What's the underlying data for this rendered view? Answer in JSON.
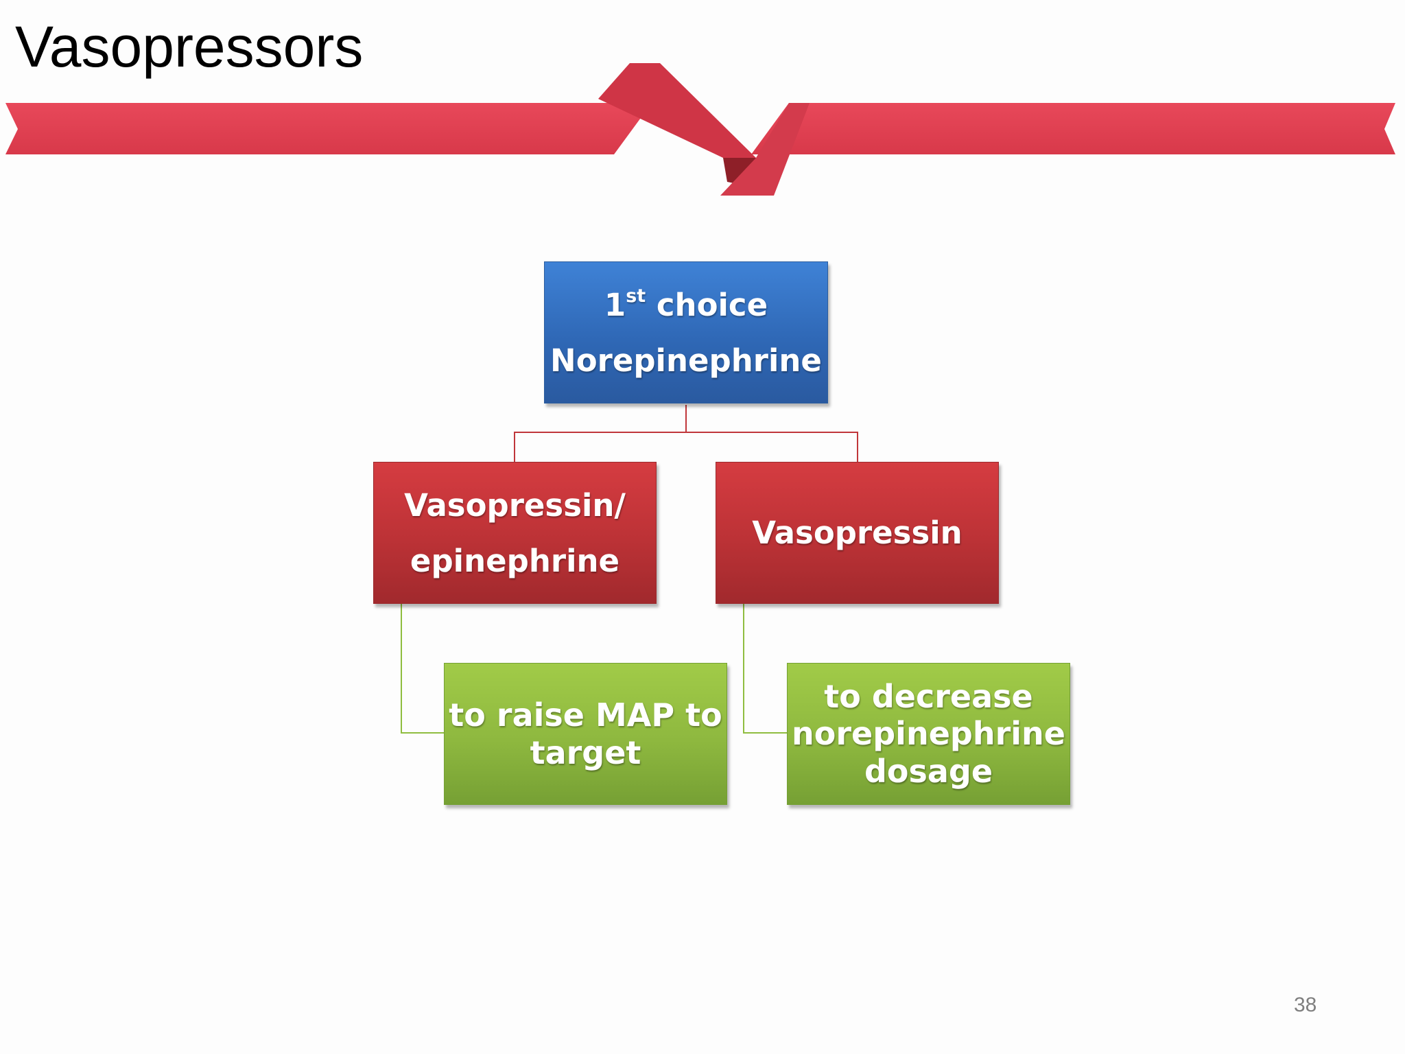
{
  "slide": {
    "title": "Vasopressors",
    "page_number": "38"
  },
  "colors": {
    "banner": "#e03a4b",
    "primary_node": "#2f6bbd",
    "secondary_node": "#c0363a",
    "note_node": "#8fbd3f",
    "connector_red": "#c0363a",
    "connector_green": "#8fbd3f"
  },
  "diagram": {
    "root": {
      "line1": "1",
      "line1_sup": "st",
      "line1_rest": " choice",
      "line2": "Norepinephrine"
    },
    "left_branch": {
      "line1": "Vasopressin/",
      "line2": "epinephrine",
      "note": {
        "line1": "to raise MAP to",
        "line2": "target"
      }
    },
    "right_branch": {
      "label": "Vasopressin",
      "note": {
        "line1": "to decrease",
        "line2": "norepinephrine",
        "line3": "dosage"
      }
    }
  }
}
